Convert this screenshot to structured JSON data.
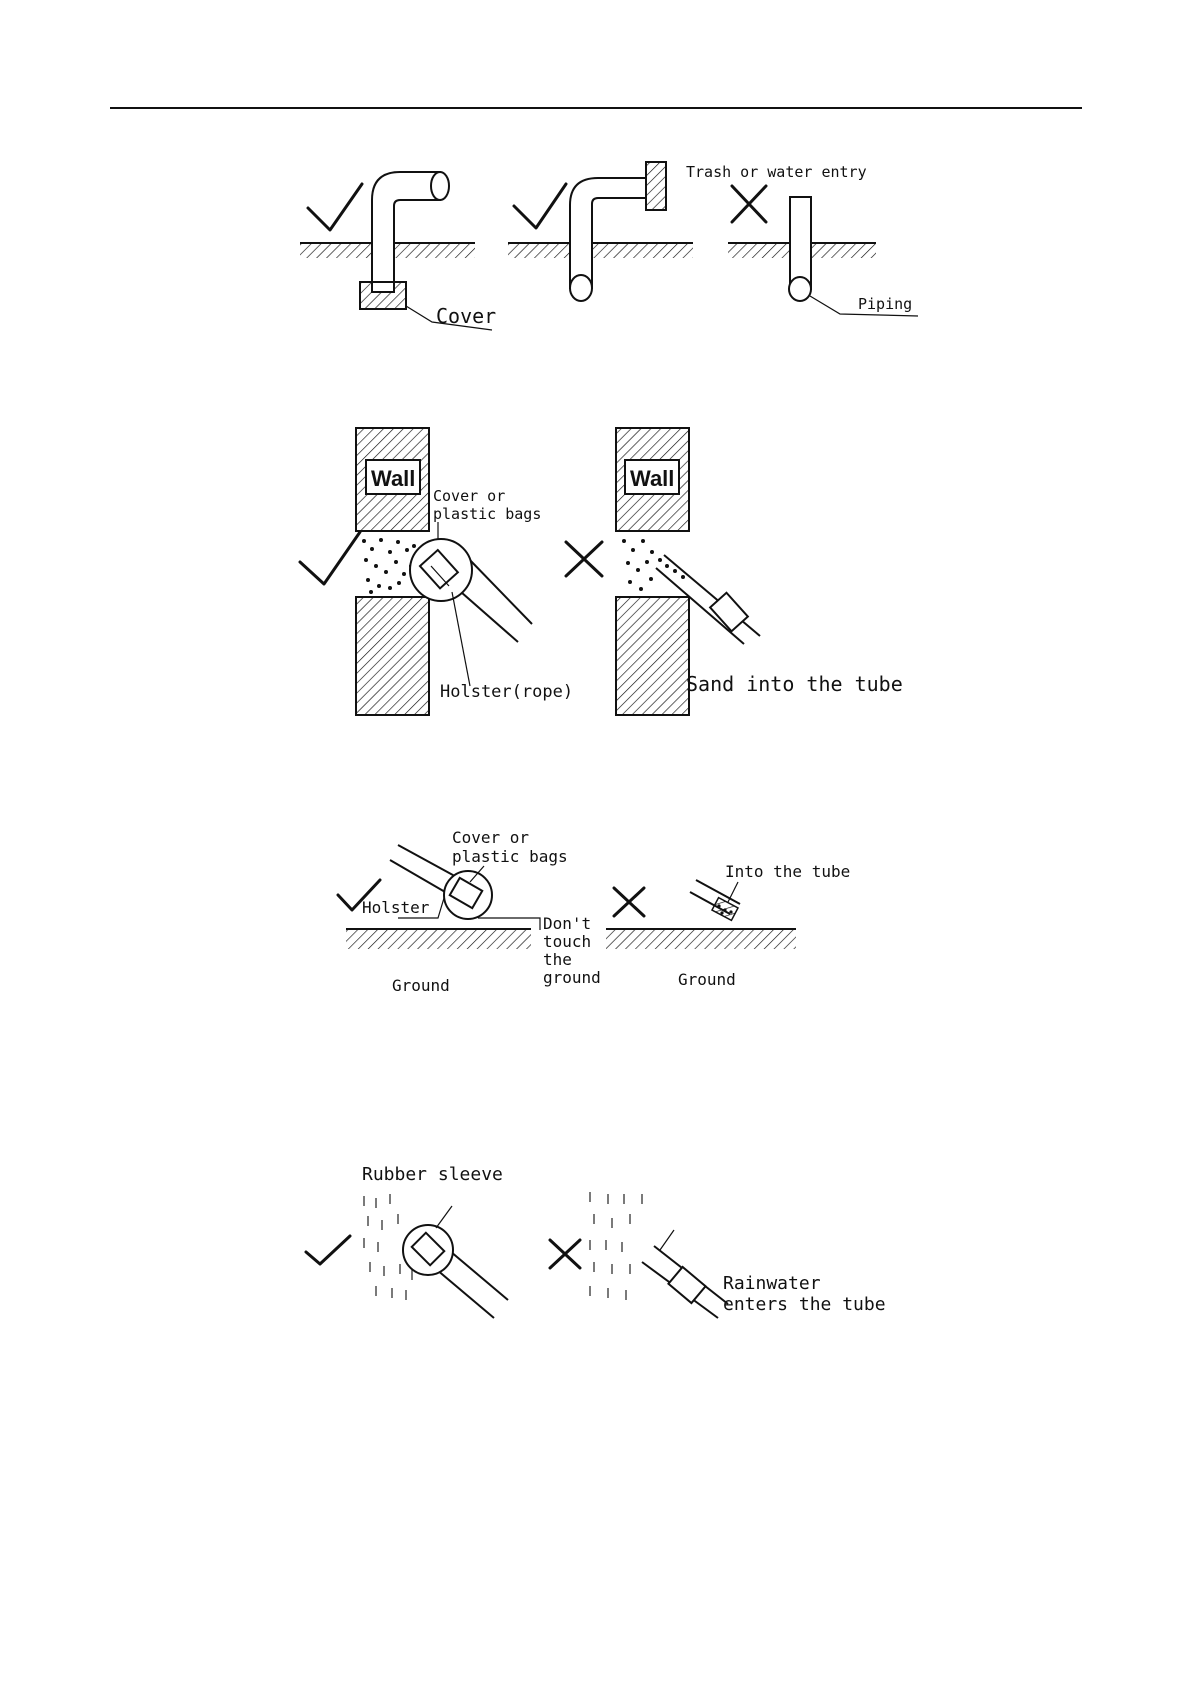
{
  "figure1": {
    "cover_label": "Cover",
    "trash_label": "Trash or water entry",
    "piping_label": "Piping",
    "marks": [
      "check-icon",
      "check-icon",
      "cross-icon"
    ]
  },
  "figure2": {
    "wall_label": "Wall",
    "cover_label_line1": "Cover or",
    "cover_label_line2": "plastic bags",
    "holster_label": "Holster(rope)",
    "sand_label": "Sand into the tube",
    "marks": [
      "check-icon",
      "cross-icon"
    ]
  },
  "figure3": {
    "cover_label_line1": "Cover or",
    "cover_label_line2": "plastic bags",
    "holster_label": "Holster",
    "dont_line1": "Don't",
    "dont_line2": "touch",
    "dont_line3": "the",
    "dont_line4": "ground",
    "ground_label": "Ground",
    "into_tube_label": "Into the tube",
    "marks": [
      "check-icon",
      "cross-icon"
    ]
  },
  "figure4": {
    "rubber_label": "Rubber sleeve",
    "rain_line1": "Rainwater",
    "rain_line2": "enters the tube",
    "marks": [
      "check-icon",
      "cross-icon"
    ]
  }
}
